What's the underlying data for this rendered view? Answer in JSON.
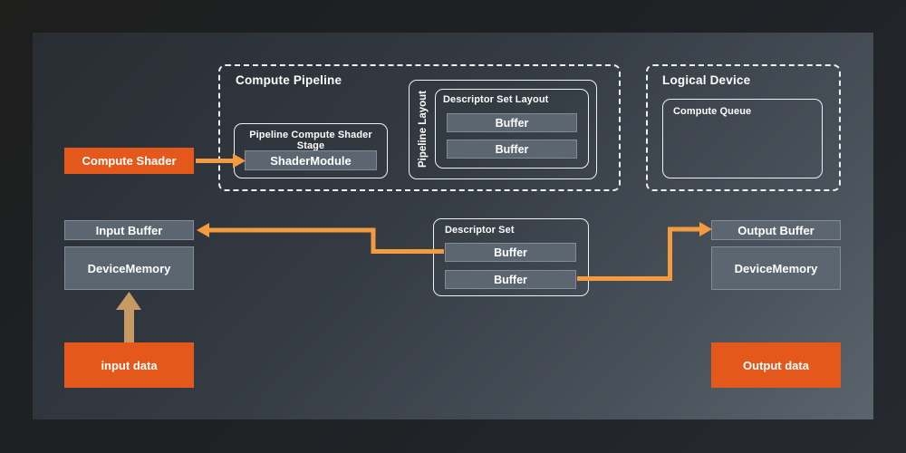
{
  "compute_pipeline": {
    "title": "Compute Pipeline"
  },
  "shader_stage": {
    "title": "Pipeline Compute Shader Stage",
    "module_label": "ShaderModule"
  },
  "pipeline_layout": {
    "title": "Pipeline Layout"
  },
  "descriptor_set_layout": {
    "title": "Descriptor Set Layout",
    "buffers": [
      "Buffer",
      "Buffer"
    ]
  },
  "logical_device": {
    "title": "Logical Device",
    "queue_label": "Compute Queue"
  },
  "compute_shader_label": "Compute Shader",
  "input_side": {
    "buffer_label": "Input Buffer",
    "memory_label": "DeviceMemory",
    "data_label": "input data"
  },
  "descriptor_set": {
    "title": "Descriptor Set",
    "buffers": [
      "Buffer",
      "Buffer"
    ]
  },
  "output_side": {
    "buffer_label": "Output Buffer",
    "memory_label": "DeviceMemory",
    "data_label": "Output data"
  },
  "colors": {
    "accent_orange": "#e4581b",
    "arrow_orange": "#f39b3f",
    "arrow_tan": "#c69a63",
    "box_gray": "#5c6671",
    "panel_dark": "#282d33",
    "panel_light": "#5b636c",
    "outline_white": "#eef1f3"
  }
}
